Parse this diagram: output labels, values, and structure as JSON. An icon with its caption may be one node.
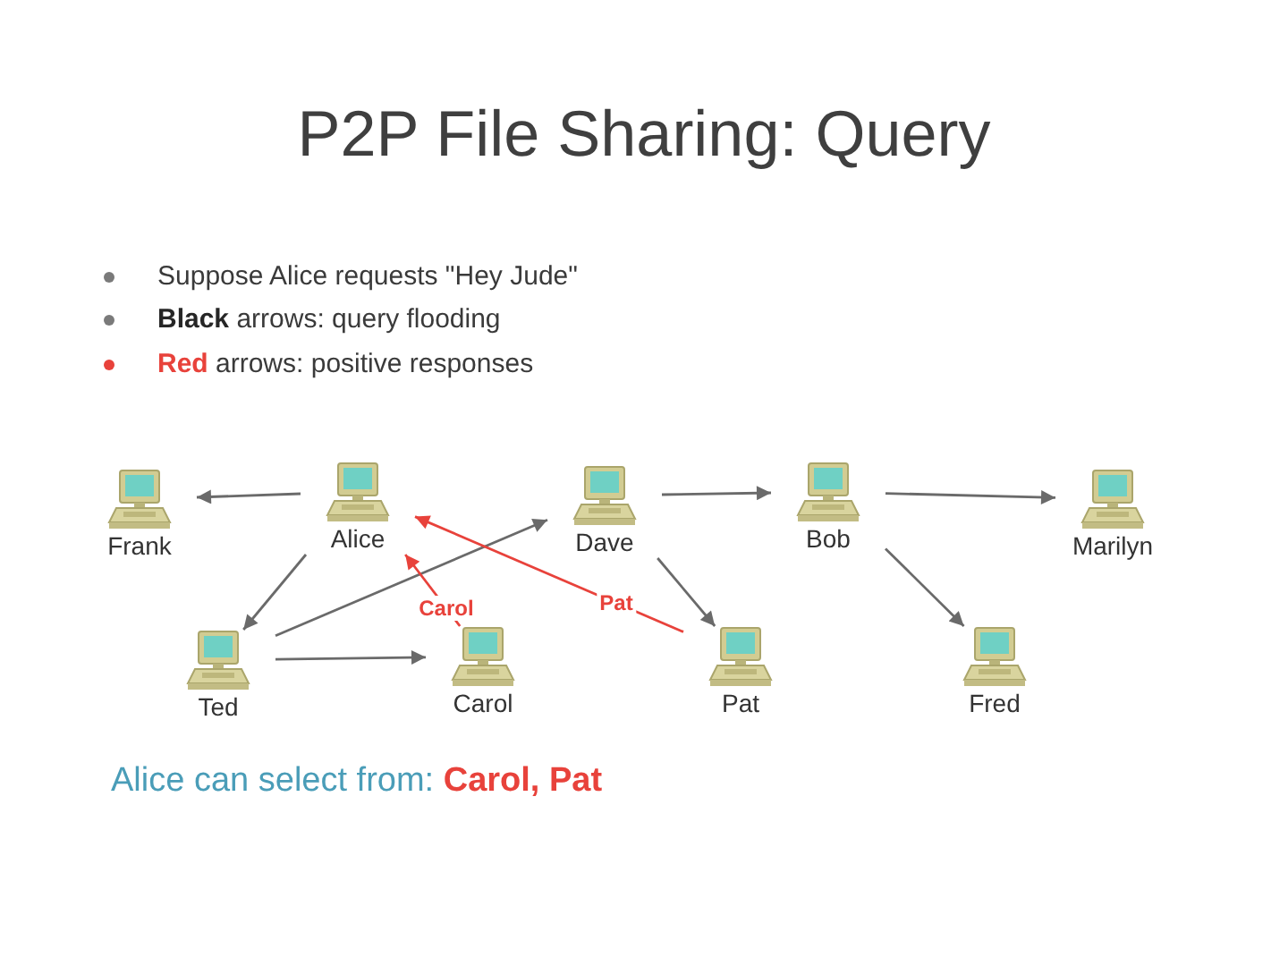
{
  "diagram": {
    "title": "P2P File Sharing: Query",
    "nodes": [
      {
        "text": [
          "Frank"
        ]
      },
      {
        "text": [
          "Alice"
        ]
      },
      {
        "text": [
          "Dave"
        ]
      },
      {
        "text": [
          "Bob"
        ]
      },
      {
        "text": [
          "Marilyn"
        ]
      },
      {
        "text": [
          "Ted"
        ]
      },
      {
        "text": [
          "Carol"
        ]
      },
      {
        "text": [
          "Pat"
        ]
      },
      {
        "text": [
          "Fred"
        ]
      }
    ],
    "edges": [
      {
        "from": 1,
        "to": 0,
        "arrow": "to"
      },
      {
        "from": 1,
        "to": 5,
        "arrow": "to"
      },
      {
        "from": 5,
        "to": 2,
        "arrow": "to"
      },
      {
        "from": 5,
        "to": 6,
        "arrow": "to"
      },
      {
        "from": 2,
        "to": 3,
        "arrow": "to"
      },
      {
        "from": 2,
        "to": 7,
        "arrow": "to"
      },
      {
        "from": 3,
        "to": 4,
        "arrow": "to"
      },
      {
        "from": 3,
        "to": 8,
        "arrow": "to"
      },
      {
        "from": 6,
        "to": 1,
        "arrow": "to",
        "label": "Carol",
        "color": "#e8423b"
      },
      {
        "from": 7,
        "to": 1,
        "arrow": "to",
        "label": "Pat",
        "color": "#e8423b"
      }
    ],
    "labels": [
      "Suppose Alice requests \"Hey Jude\"",
      "**Black** arrows: query flooding",
      "**Red** arrows: positive responses",
      "Alice can select from: **Carol, Pat**"
    ]
  }
}
